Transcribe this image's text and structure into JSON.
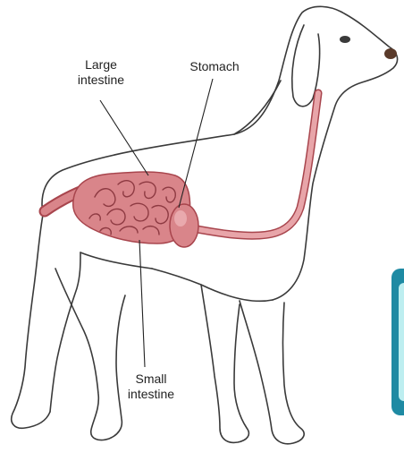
{
  "labels": {
    "large_intestine": [
      "Large",
      "intestine"
    ],
    "stomach": "Stomach",
    "small_intestine": [
      "Small",
      "intestine"
    ]
  },
  "colors": {
    "outline": "#3a3a3a",
    "organ_fill": "#d9858a",
    "organ_dark": "#a8454d",
    "esophagus": "#d98a8f",
    "card_teal": "#1e8aa3",
    "card_light": "#bdeef0"
  }
}
